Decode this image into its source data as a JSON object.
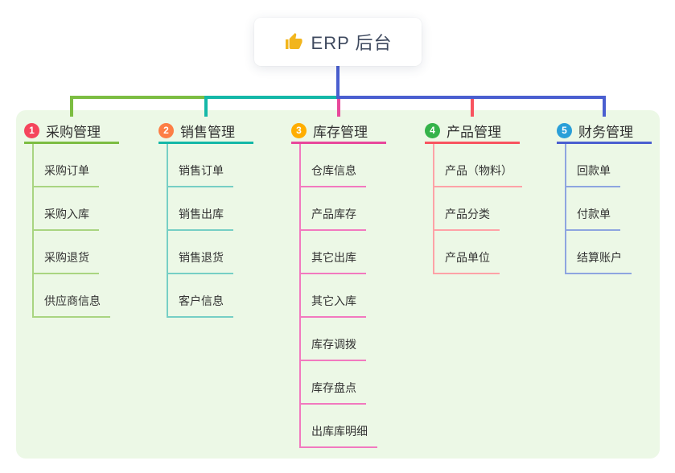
{
  "root": {
    "label": "ERP 后台",
    "icon": "thumbs-up-icon"
  },
  "branches": [
    {
      "index": "1",
      "label": "采购管理",
      "color": "#7cbd42",
      "light_color": "#a9d581",
      "badge_color": "#f5455c",
      "children": [
        "采购订单",
        "采购入库",
        "采购退货",
        "供应商信息"
      ]
    },
    {
      "index": "2",
      "label": "销售管理",
      "color": "#14b8a8",
      "light_color": "#76cfc5",
      "badge_color": "#fd7e45",
      "children": [
        "销售订单",
        "销售出库",
        "销售退货",
        "客户信息"
      ]
    },
    {
      "index": "3",
      "label": "库存管理",
      "color": "#e8489b",
      "light_color": "#f279bf",
      "badge_color": "#ffae00",
      "children": [
        "仓库信息",
        "产品库存",
        "其它出库",
        "其它入库",
        "库存调拨",
        "库存盘点",
        "出库库明细"
      ]
    },
    {
      "index": "4",
      "label": "产品管理",
      "color": "#f8545f",
      "light_color": "#ffa2a7",
      "badge_color": "#35b34a",
      "children": [
        "产品（物料）",
        "产品分类",
        "产品单位"
      ]
    },
    {
      "index": "5",
      "label": "财务管理",
      "color": "#4a5fd0",
      "light_color": "#8ea5e0",
      "badge_color": "#2a9fd8",
      "children": [
        "回款单",
        "付款单",
        "结算账户"
      ]
    }
  ],
  "colors": {
    "panel": "#ecf8e6",
    "root_connector": "#4a5fd0",
    "thumb_icon": "#f2b51d"
  }
}
